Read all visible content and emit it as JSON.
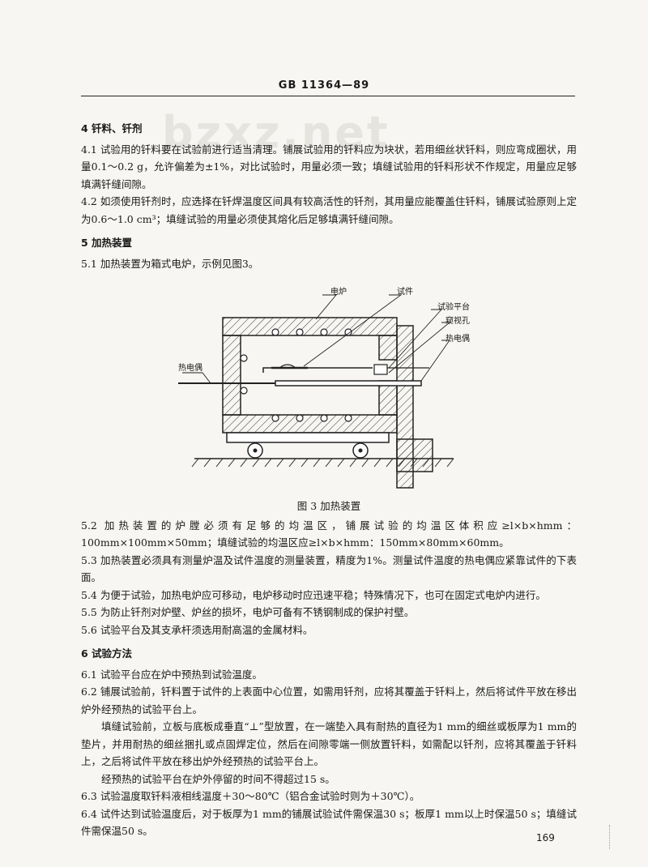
{
  "header": "GB 11364—89",
  "watermark": "bzxz.net",
  "s4": {
    "heading": "4  钎料、钎剂",
    "p1": "4.1  试验用的钎料要在试验前进行适当清理。铺展试验用的钎料应为块状，若用细丝状钎料，则应弯成圈状，用量0.1～0.2 g，允许偏差为±1%，对比试验时，用量必须一致；填缝试验用的钎料形状不作规定，用量应足够填满钎缝间隙。",
    "p2": "4.2  如须使用钎剂时，应选择在钎焊温度区间具有较高活性的钎剂，其用量应能覆盖住钎料，铺展试验原则上定为0.6～1.0 cm³；填缝试验的用量必须使其熔化后足够填满钎缝间隙。"
  },
  "s5": {
    "heading": "5  加热装置",
    "p1": "5.1  加热装置为箱式电炉，示例见图3。",
    "figure": {
      "labels": {
        "furnace": "电炉",
        "specimen": "试件",
        "platform": "试验平台",
        "window": "窥视孔",
        "thermocouple_right": "热电偶",
        "thermocouple_left": "热电偶"
      },
      "caption": "图 3  加热装置"
    },
    "p2": "5.2  加热装置的炉膛必须有足够的均温区，铺展试验的均温区体积应≥l×b×hmm：100mm×100mm×50mm；填缝试验的均温区应≥l×b×hmm：150mm×80mm×60mm。",
    "p3": "5.3  加热装置必须具有测量炉温及试件温度的测量装置，精度为1%。测量试件温度的热电偶应紧靠试件的下表面。",
    "p4": "5.4  为便于试验，加热电炉应可移动，电炉移动时应迅速平稳；特殊情况下，也可在固定式电炉内进行。",
    "p5": "5.5  为防止钎剂对炉壁、炉丝的损坏，电炉可备有不锈钢制成的保护衬壁。",
    "p6": "5.6  试验平台及其支承杆须选用耐高温的金属材料。"
  },
  "s6": {
    "heading": "6  试验方法",
    "p1": "6.1  试验平台应在炉中预热到试验温度。",
    "p2": "6.2  铺展试验前，钎料置于试件的上表面中心位置，如需用钎剂，应将其覆盖于钎料上，然后将试件平放在移出炉外经预热的试验平台上。",
    "p3": "填缝试验前，立板与底板成垂直“⊥”型放置，在一端垫入具有耐热的直径为1 mm的细丝或板厚为1 mm的垫片，并用耐热的细丝捆扎或点固焊定位，然后在间隙零端一侧放置钎料，如需配以钎剂，应将其覆盖于钎料上，之后将试件平放在移出炉外经预热的试验平台上。",
    "p4": "经预热的试验平台在炉外停留的时间不得超过15 s。",
    "p5": "6.3  试验温度取钎料液相线温度＋30～80℃（铝合金试验时则为＋30℃）。",
    "p6": "6.4  试件达到试验温度后，对于板厚为1 mm的铺展试验试件需保温30 s；板厚1 mm以上时保温50 s；填缝试件需保温50 s。"
  },
  "page_number": "169"
}
